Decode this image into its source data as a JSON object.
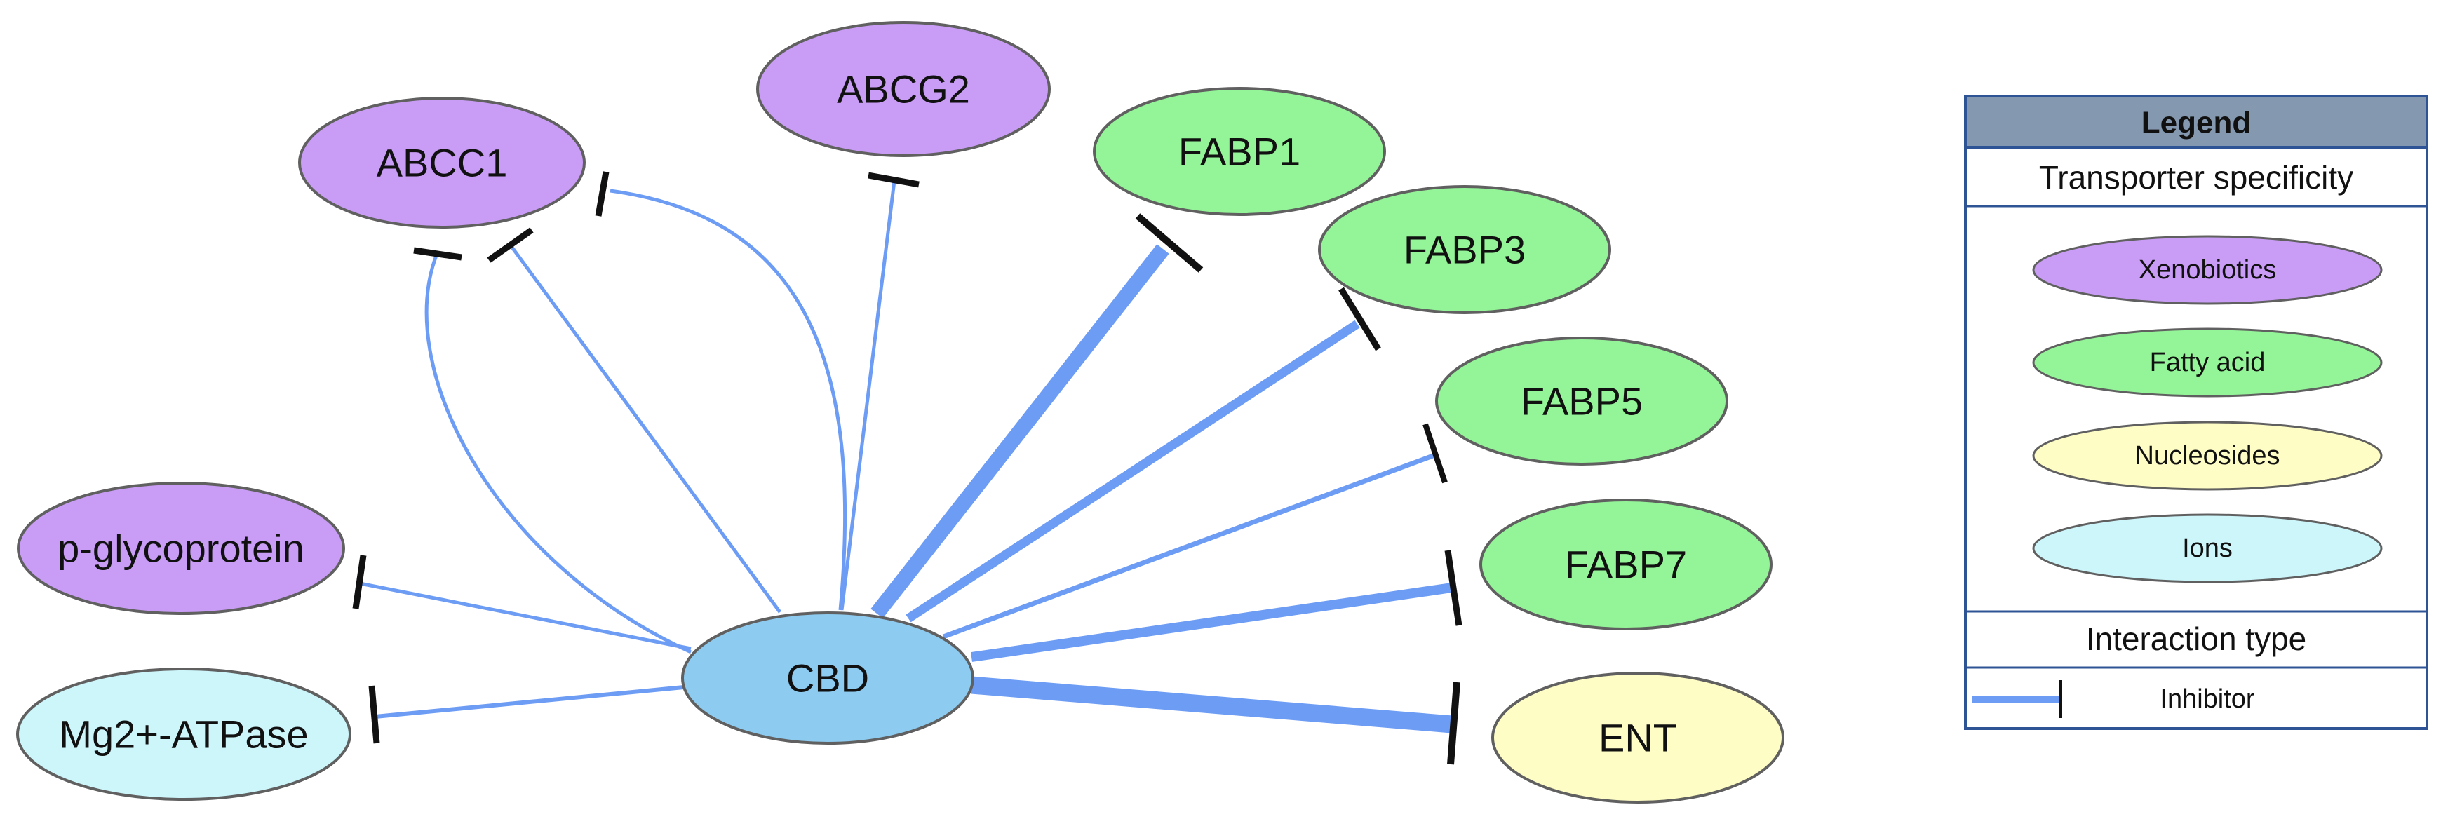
{
  "colors": {
    "xenobiotics": "#c99cf6",
    "fatty_acid": "#94f598",
    "nucleosides": "#fffdc6",
    "ions": "#cdf6fb",
    "center": "#8dcbf0",
    "edge": "#6d9cf5",
    "legend_header": "#8498af"
  },
  "center": {
    "label": "CBD"
  },
  "nodes": {
    "abcc1": {
      "label": "ABCC1",
      "category": "xenobiotics"
    },
    "abcg2": {
      "label": "ABCG2",
      "category": "xenobiotics"
    },
    "pgp": {
      "label": "p-glycoprotein",
      "category": "xenobiotics"
    },
    "mg_atpase": {
      "label": "Mg2+-ATPase",
      "category": "ions"
    },
    "fabp1": {
      "label": "FABP1",
      "category": "fatty_acid"
    },
    "fabp3": {
      "label": "FABP3",
      "category": "fatty_acid"
    },
    "fabp5": {
      "label": "FABP5",
      "category": "fatty_acid"
    },
    "fabp7": {
      "label": "FABP7",
      "category": "fatty_acid"
    },
    "ent": {
      "label": "ENT",
      "category": "nucleosides"
    }
  },
  "legend": {
    "title": "Legend",
    "specificity_heading": "Transporter specificity",
    "items": {
      "xenobiotics": "Xenobiotics",
      "fatty_acid": "Fatty acid",
      "nucleosides": "Nucleosides",
      "ions": "Ions"
    },
    "interaction_heading": "Interaction type",
    "inhibitor_label": "Inhibitor"
  }
}
